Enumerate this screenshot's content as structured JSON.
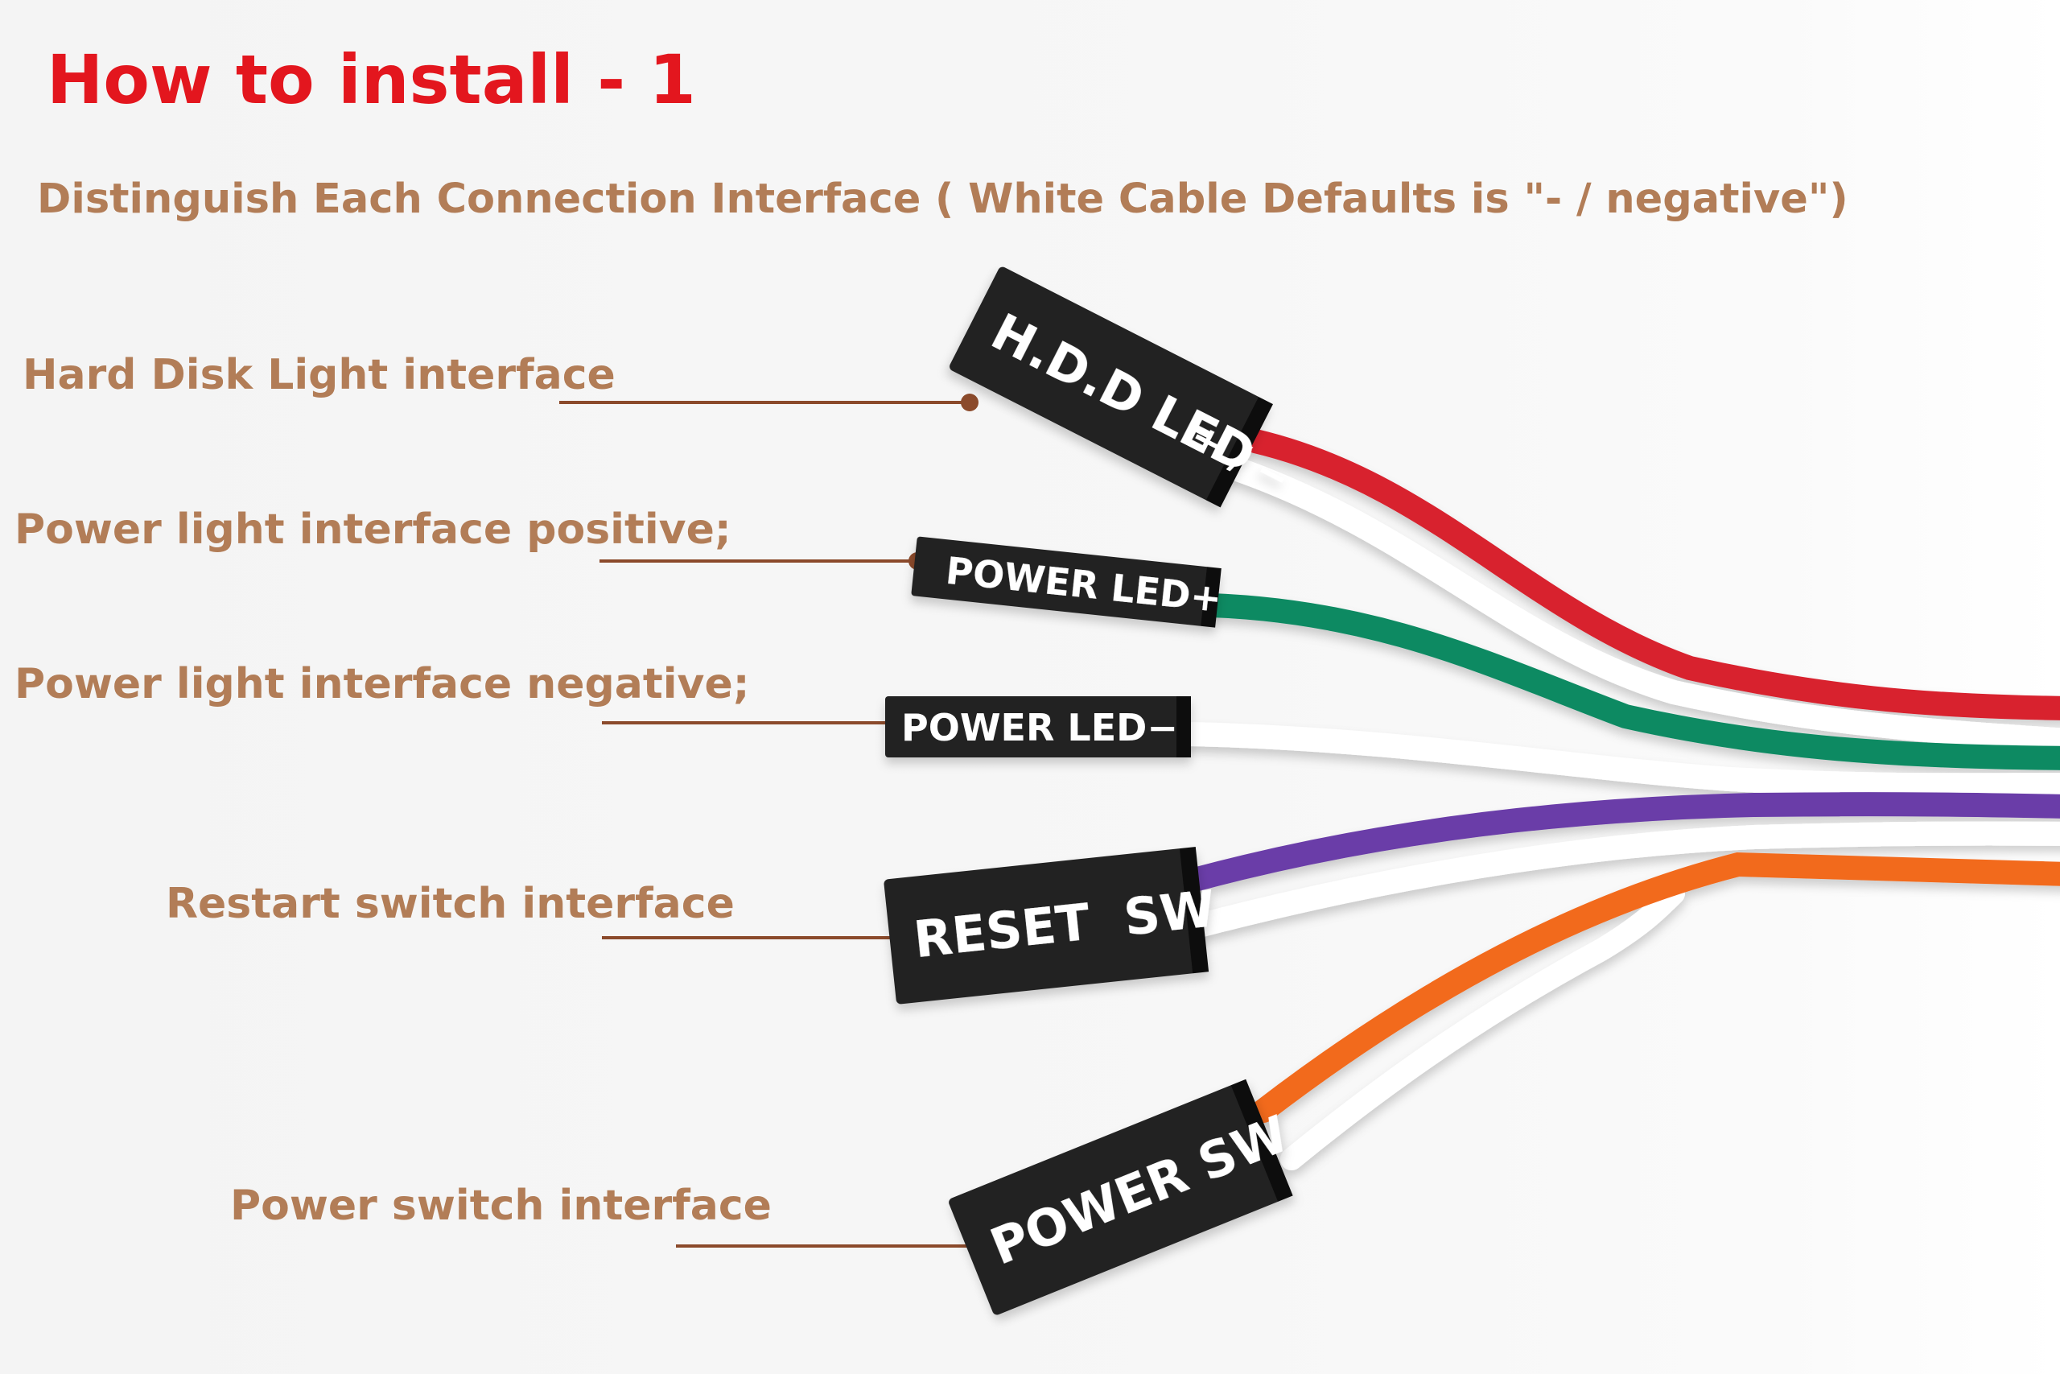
{
  "title": "How to install - 1",
  "subtitle": "Distinguish Each Connection Interface ( White Cable Defaults is \"- / negative\")",
  "callouts": {
    "hdd": "Hard Disk Light interface",
    "power_led_positive": "Power light interface positive;",
    "power_led_negative": "Power light interface negative;",
    "reset": "Restart switch interface",
    "power_switch": "Power switch interface"
  },
  "connectors": {
    "hdd_led": {
      "text": "H.D.D LED",
      "polarity": "+ / −"
    },
    "power_led_pos": {
      "text": "POWER LED+"
    },
    "power_led_neg": {
      "text": "POWER LED−"
    },
    "reset_sw": {
      "text": "RESET  SW"
    },
    "power_sw": {
      "text": "POWER SW"
    }
  },
  "colors": {
    "title": "#e3161e",
    "label": "#b27d57",
    "leader": "#8b4a2b",
    "wire_red": "#d8202f",
    "wire_green": "#0a8a62",
    "wire_purple": "#6a3da8",
    "wire_orange": "#f26a1e",
    "wire_white": "#ffffff",
    "connector": "#232323"
  }
}
